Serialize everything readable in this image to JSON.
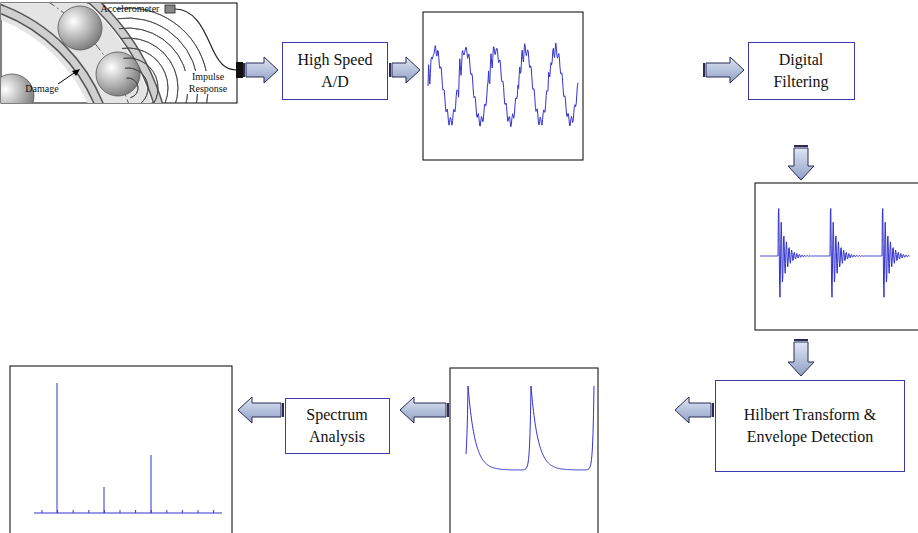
{
  "diagram": {
    "nodes": [
      {
        "text": [
          "High Speed A/D"
        ]
      },
      {
        "text": [
          "Digital Filtering"
        ]
      },
      {
        "text": [
          "Hilbert Transform & Envelope Detection"
        ]
      },
      {
        "text": [
          "Spectrum Analysis"
        ]
      }
    ],
    "labels": [
      "Accelerometer",
      "Damage",
      "Impulse Response"
    ]
  }
}
